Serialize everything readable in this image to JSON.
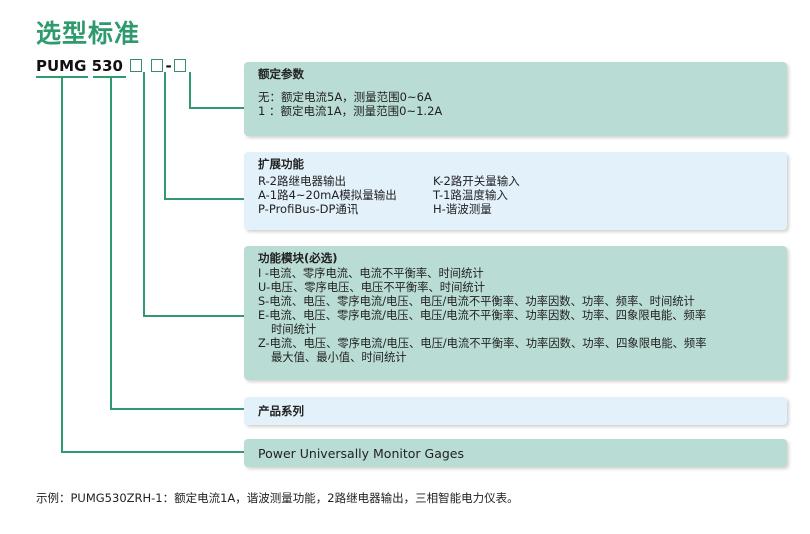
{
  "title": "选型标准",
  "model": {
    "prefix": "PUMG",
    "number": "530",
    "dash": "-"
  },
  "rated": {
    "heading": "额定参数",
    "lines": [
      "无：额定电流5A，测量范围0~6A",
      "1  ：额定电流1A，测量范围0~1.2A"
    ]
  },
  "extension": {
    "heading": "扩展功能",
    "left": [
      "R-2路继电器输出",
      "A-1路4~20mA模拟量输出",
      "P-ProfiBus-DP通讯"
    ],
    "right": [
      "K-2路开关量输入",
      "T-1路温度输入",
      "H-谐波测量"
    ]
  },
  "function": {
    "heading": "功能模块(必选)",
    "lines": [
      "I -电流、零序电流、电流不平衡率、时间统计",
      "U-电压、零序电压、电压不平衡率、时间统计",
      "S-电流、电压、零序电流/电压、电压/电流不平衡率、功率因数、功率、频率、时间统计",
      "E-电流、电压、零序电流/电压、电压/电流不平衡率、功率因数、功率、四象限电能、频率",
      "时间统计",
      "Z-电流、电压、零序电流/电压、电压/电流不平衡率、功率因数、功率、四象限电能、频率",
      "最大值、最小值、时间统计"
    ]
  },
  "series": {
    "heading": "产品系列"
  },
  "gauge": {
    "text": "Power Universally Monitor Gages"
  },
  "example": "示例：PUMG530ZRH-1：额定电流1A，谐波测量功能，2路继电器输出，三相智能电力仪表。"
}
